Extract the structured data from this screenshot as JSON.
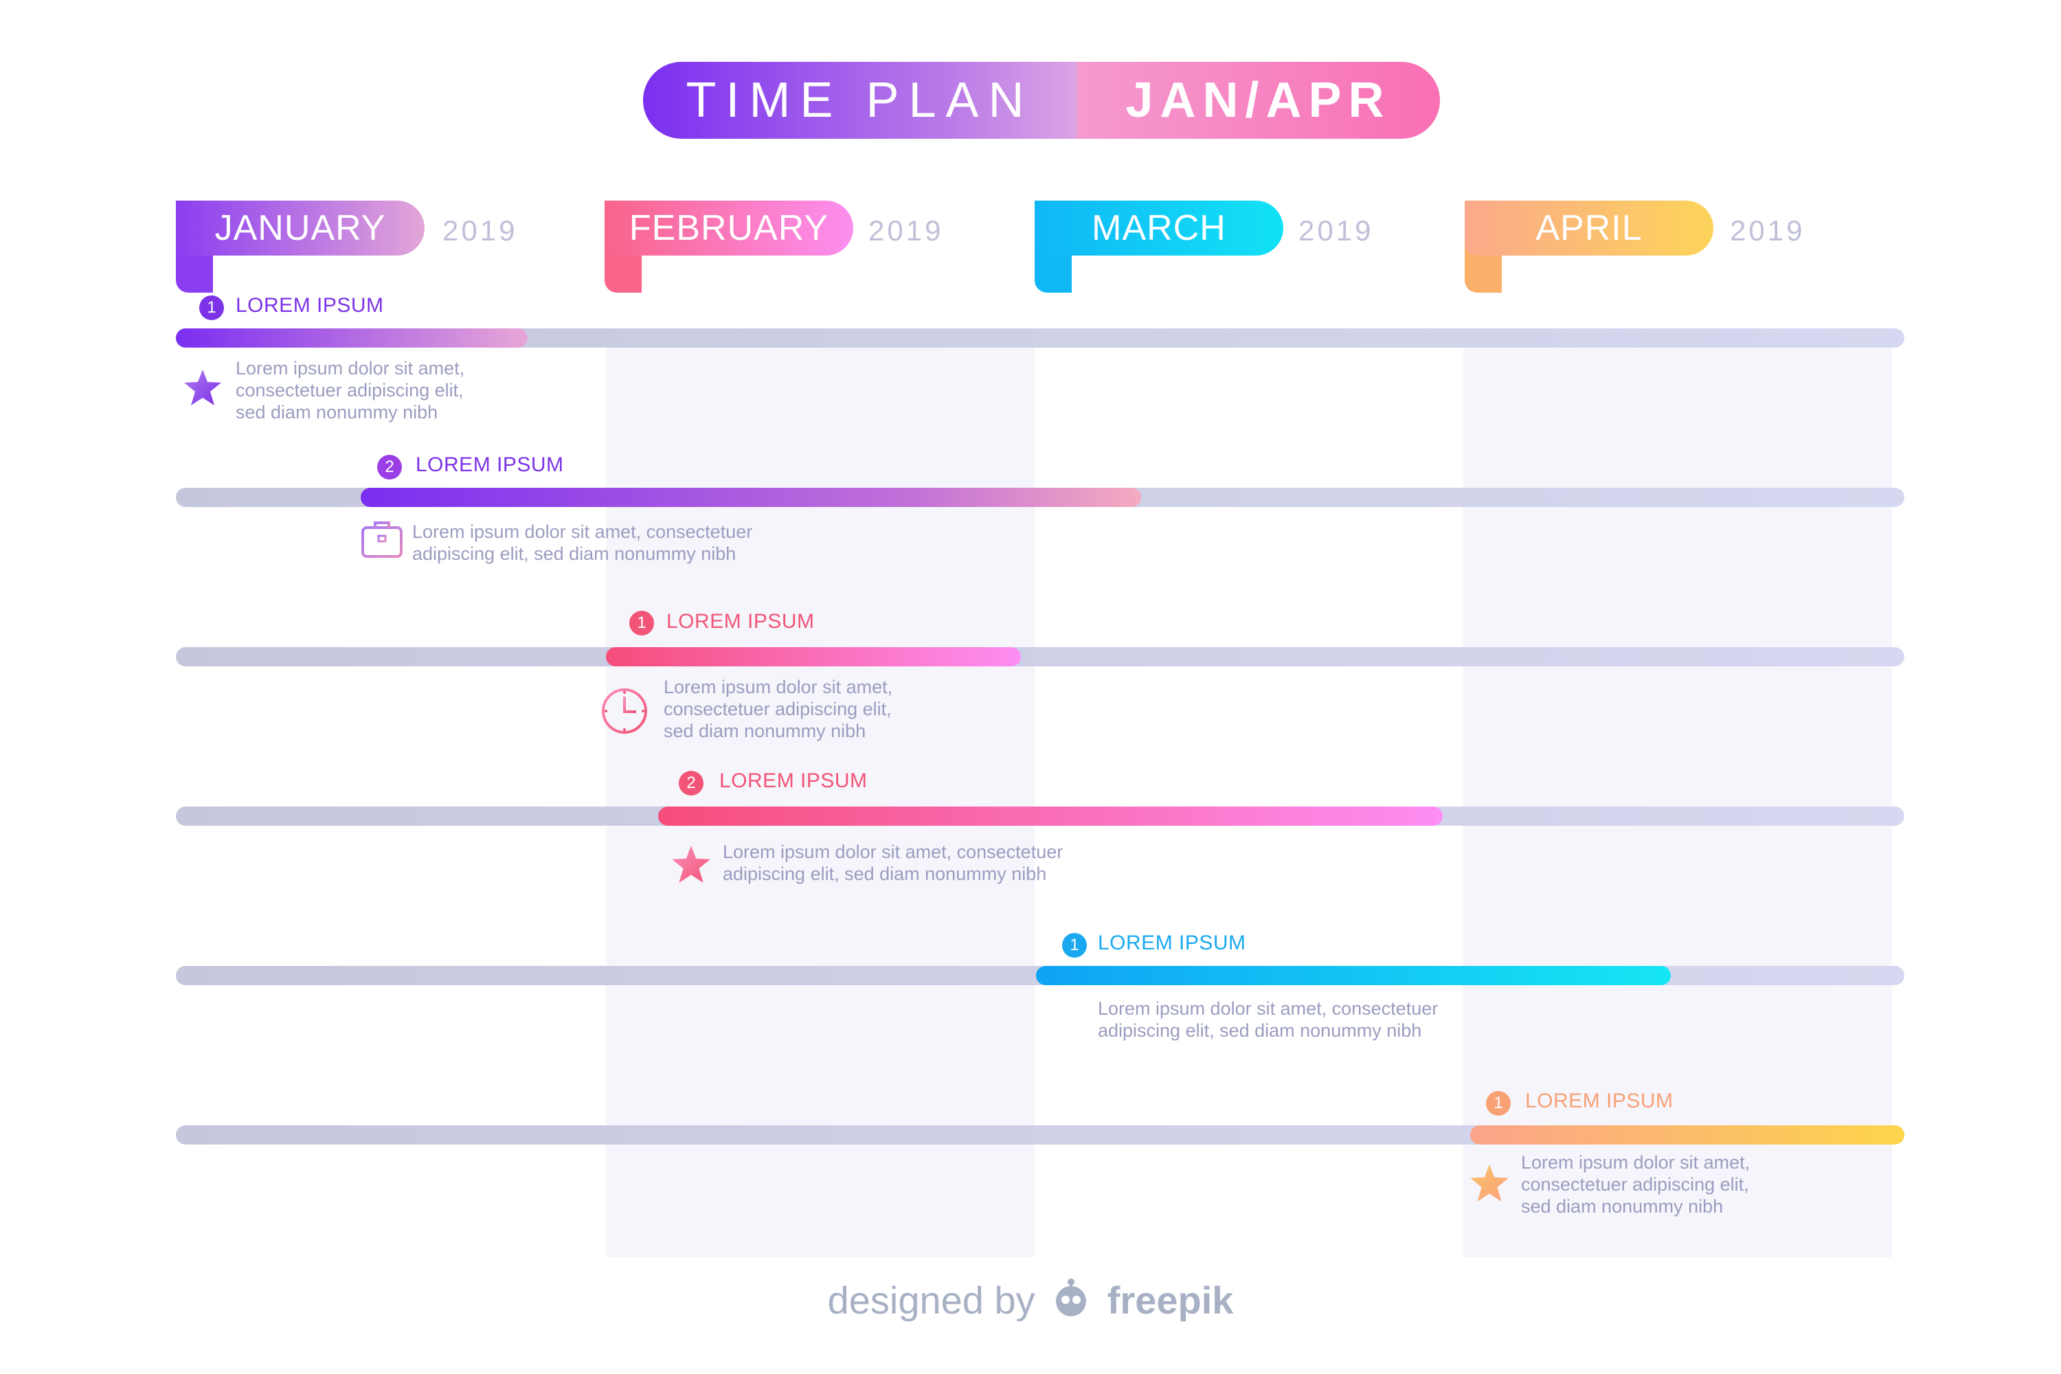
{
  "title": {
    "left": "TIME PLAN",
    "right": "JAN/APR"
  },
  "months": [
    {
      "label": "JANUARY",
      "year": "2019",
      "color": "#8b3ef0"
    },
    {
      "label": "FEBRUARY",
      "year": "2019",
      "color": "#f9648a"
    },
    {
      "label": "MARCH",
      "year": "2019",
      "color": "#10b7f5"
    },
    {
      "label": "APRIL",
      "year": "2019",
      "color": "#fbb06a"
    }
  ],
  "tasks": [
    {
      "number": "1",
      "title": "LOREM IPSUM",
      "description": "Lorem ipsum dolor sit amet,\nconsectetuer adipiscing elit,\nsed diam nonummy nibh",
      "icon": "star-icon",
      "color": "#7c33e8"
    },
    {
      "number": "2",
      "title": "LOREM IPSUM",
      "description": "Lorem ipsum dolor sit amet, consectetuer\nadipiscing elit, sed diam nonummy nibh",
      "icon": "briefcase-icon",
      "color": "#7c33e8"
    },
    {
      "number": "1",
      "title": "LOREM IPSUM",
      "description": "Lorem ipsum dolor sit amet,\nconsectetuer adipiscing elit,\nsed diam nonummy nibh",
      "icon": "clock-icon",
      "color": "#f25477"
    },
    {
      "number": "2",
      "title": "LOREM IPSUM",
      "description": "Lorem ipsum dolor sit amet, consectetuer\nadipiscing elit, sed diam nonummy nibh",
      "icon": "star-icon",
      "color": "#f25477"
    },
    {
      "number": "1",
      "title": "LOREM IPSUM",
      "description": "Lorem ipsum dolor sit amet, consectetuer\nadipiscing elit, sed diam nonummy nibh",
      "icon": "",
      "color": "#1aa9f0"
    },
    {
      "number": "1",
      "title": "LOREM IPSUM",
      "description": "Lorem ipsum dolor sit amet,\nconsectetuer adipiscing elit,\nsed diam nonummy nibh",
      "icon": "star-icon",
      "color": "#f8a174"
    }
  ],
  "footer": {
    "prefix": "designed by",
    "brand": "freepik"
  }
}
